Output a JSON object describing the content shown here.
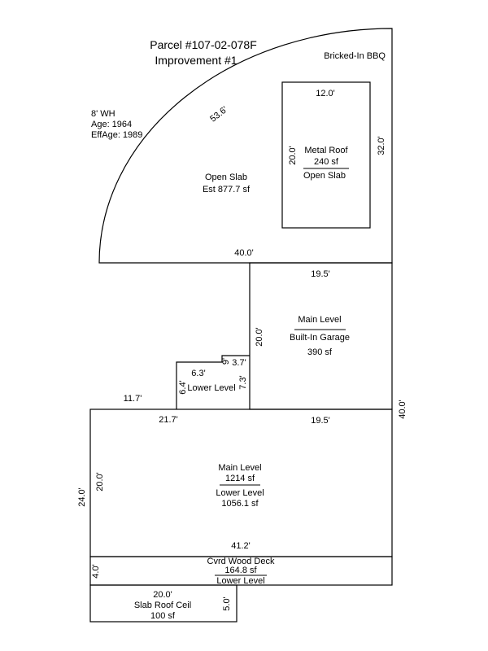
{
  "title": {
    "line1": "Parcel #107-02-078F",
    "line2": "Improvement #1"
  },
  "info": {
    "wall_height": "8' WH",
    "age": "Age: 1964",
    "eff_age": "EffAge: 1989"
  },
  "top_section": {
    "arc_dim": "53.6'",
    "bottom_dim": "40.0'",
    "label": "Open Slab",
    "area": "Est 877.7 sf",
    "corner_note": "Bricked-In BBQ",
    "roof": {
      "width_dim": "12.0'",
      "height_left_dim": "20.0'",
      "height_right_dim": "32.0'",
      "label": "Metal Roof",
      "area": "240 sf",
      "sub_label": "Open Slab"
    }
  },
  "garage": {
    "top_dim": "19.5'",
    "left_dim": "20.0'",
    "level": "Main Level",
    "label": "Built-In Garage",
    "area": "390 sf"
  },
  "lower_box": {
    "top_dim": "6.3'",
    "left_dim": "6.4'",
    "step_dim_small": "9'",
    "step_dim": "3.7'",
    "right_dim": "7.3'",
    "label": "Lower Level"
  },
  "main_section": {
    "left_ext_dim": "11.7'",
    "top_left_dim": "21.7'",
    "top_right_dim": "19.5'",
    "right_dim": "40.0'",
    "inner_left_dim": "20.0'",
    "outer_left_dim": "24.0'",
    "bottom_dim": "41.2'",
    "level": "Main Level",
    "area": "1214 sf",
    "sub_level": "Lower Level",
    "sub_area": "1056.1 sf"
  },
  "deck": {
    "left_dim": "4.0'",
    "label": "Cvrd Wood Deck",
    "area": "164.8 sf",
    "sub_label": "Lower Level"
  },
  "slab": {
    "top_dim": "20.0'",
    "label": "Slab Roof Ceil",
    "area": "100 sf",
    "right_dim": "5.0'"
  }
}
